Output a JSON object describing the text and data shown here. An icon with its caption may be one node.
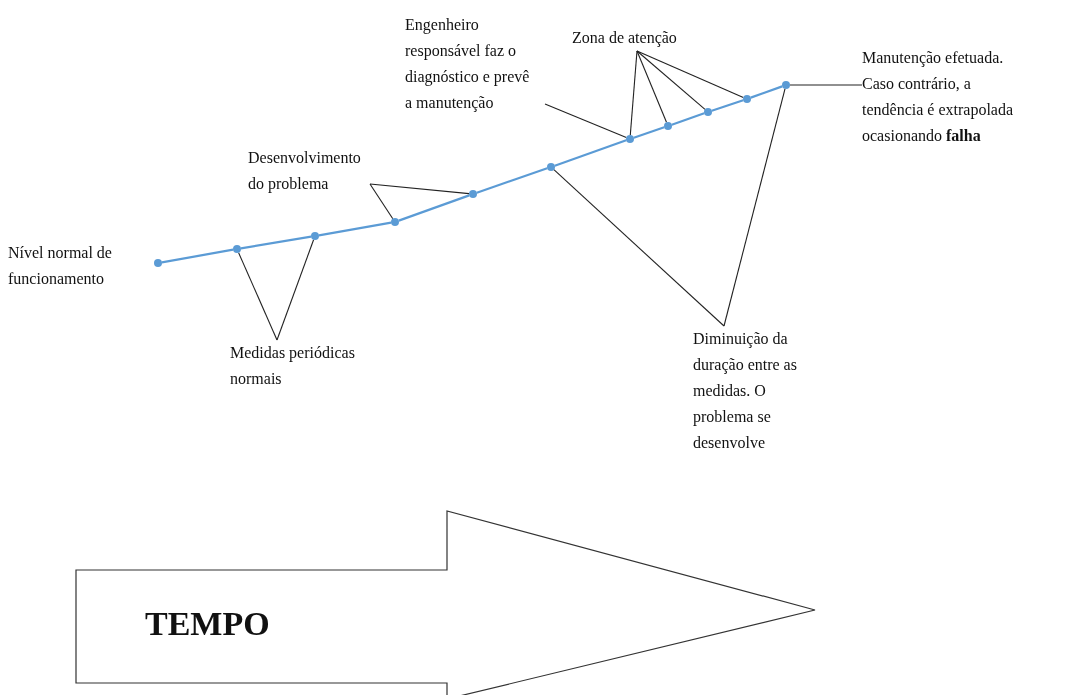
{
  "diagram": {
    "nodes": [
      {
        "text": [
          "Engenheiro responsável faz o diagnóstico e prevê a manutenção"
        ]
      },
      {
        "text": [
          "Zona de atenção"
        ]
      },
      {
        "text": [
          "Manutenção efetuada. Caso contrário, a tendência é extrapolada ocasionando **falha**"
        ]
      },
      {
        "text": [
          "Desenvolvimento do problema"
        ]
      },
      {
        "text": [
          "Diminuição da duração entre as medidas. O problema se desenvolve"
        ]
      },
      {
        "text": [
          "Medidas periódicas normais"
        ]
      },
      {
        "text": [],
        "shape": "circle",
        "beside": [
          "Nível normal de funcionamento"
        ]
      },
      {
        "text": [],
        "shape": "circle"
      },
      {
        "text": [],
        "shape": "circle"
      },
      {
        "text": [],
        "shape": "circle"
      },
      {
        "text": [],
        "shape": "circle"
      },
      {
        "text": [],
        "shape": "circle"
      },
      {
        "text": [],
        "shape": "circle"
      },
      {
        "text": [],
        "shape": "circle"
      },
      {
        "text": [],
        "shape": "circle"
      },
      {
        "text": [],
        "shape": "circle"
      },
      {
        "text": [],
        "shape": "circle"
      },
      {
        "text": [
          "TEMPO"
        ]
      }
    ],
    "edges": [
      {
        "from": 6,
        "to": 7,
        "arrow": "none",
        "color": "#5b9bd5"
      },
      {
        "from": 7,
        "to": 8,
        "arrow": "none",
        "color": "#5b9bd5"
      },
      {
        "from": 8,
        "to": 9,
        "arrow": "none",
        "color": "#5b9bd5"
      },
      {
        "from": 9,
        "to": 10,
        "arrow": "none",
        "color": "#5b9bd5"
      },
      {
        "from": 10,
        "to": 11,
        "arrow": "none",
        "color": "#5b9bd5"
      },
      {
        "from": 11,
        "to": 12,
        "arrow": "none",
        "color": "#5b9bd5"
      },
      {
        "from": 12,
        "to": 13,
        "arrow": "none",
        "color": "#5b9bd5"
      },
      {
        "from": 13,
        "to": 14,
        "arrow": "none",
        "color": "#5b9bd5"
      },
      {
        "from": 14,
        "to": 15,
        "arrow": "none",
        "color": "#5b9bd5"
      },
      {
        "from": 15,
        "to": 16,
        "arrow": "none",
        "color": "#5b9bd5"
      },
      {
        "from": 0,
        "to": 12,
        "arrow": "none"
      },
      {
        "from": 1,
        "to": 12,
        "arrow": "none"
      },
      {
        "from": 1,
        "to": 13,
        "arrow": "none"
      },
      {
        "from": 1,
        "to": 14,
        "arrow": "none"
      },
      {
        "from": 1,
        "to": 15,
        "arrow": "none"
      },
      {
        "from": 2,
        "to": 16,
        "arrow": "none"
      },
      {
        "from": 3,
        "to": 9,
        "arrow": "none"
      },
      {
        "from": 3,
        "to": 10,
        "arrow": "none"
      },
      {
        "from": 4,
        "to": 11,
        "arrow": "none"
      },
      {
        "from": 4,
        "to": 16,
        "arrow": "none"
      },
      {
        "from": 5,
        "to": 7,
        "arrow": "none"
      },
      {
        "from": 5,
        "to": 8,
        "arrow": "none"
      }
    ]
  }
}
